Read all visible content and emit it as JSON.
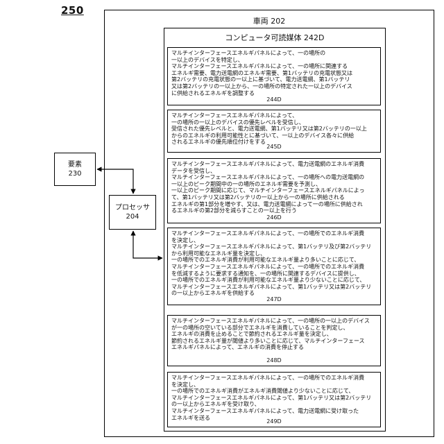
{
  "figure_id": "250",
  "vehicle": {
    "label": "車両 202"
  },
  "medium": {
    "label": "コンピュータ可読媒体 242D"
  },
  "element": {
    "name": "要素",
    "ref": "230"
  },
  "processor": {
    "name": "プロセッサ",
    "ref": "204"
  },
  "blocks": [
    {
      "text": "マルチインターフェースエネルギパネルによって、一の場所の\n一以上のデバイスを特定し、\nマルチインターフェースエネルギパネルによって、一の場所に関連する\nエネルギ需要、電力送電網のエネルギ需要、第1バッテリの充電状態又は\n第2バッテリの充電状態の一以上に基づいて、電力送電網、第1バッテリ\n又は第2バッテリの一以上から、一の場所の特定された一以上のデバイス\nに供給されるエネルギを調整する",
      "ref": "244D"
    },
    {
      "text": "マルチインターフェースエネルギパネルによって、\n一の場所の一以上のデバイスの優先レベルを受信し、\n受信された優先レベルと、電力送電網、第1バッテリ又は第2バッテリの一以上\nからのエネルギの利用可能性とに基づいて、一以上のデバイス各々に供給\nされるエネルギの優先順位付けをする",
      "ref": "245D"
    },
    {
      "text": "マルチインターフェースエネルギパネルによって、電力送電網のエネルギ消費\nデータを受信し、\nマルチインターフェースエネルギパネルによって、一の場所への電力送電網の\n一以上のピーク期間中の一の場所のエネルギ需要を予測し、\n一以上のピーク期間に応じて、マルチインターフェースエネルギパネルによっ\nて、第1バッテリ又は第2バッテリの一以上から一の場所に供給される\nエネルギの第1部分を増やす、又は、電力送電網によって一の場所に供給され\nるエネルギの第2部分を減らすことの一以上を行う",
      "ref": "246D"
    },
    {
      "text": "マルチインターフェースエネルギパネルによって、一の場所でのエネルギ消費\nを決定し、\nマルチインターフェースエネルギパネルによって、第1バッテリ及び第2バッテリ\nから利用可能なエネルギ量を決定し、\n一の場所でのエネルギ消費が利用可能なエネルギ量より多いことに応じて、\nマルチインターフェースエネルギパネルによって、一の場所でのエネルギ消費\nを低減するように要求する通知を、一の場所に関連するデバイスに提供し、\n一の場所でのエネルギ消費が利用可能なエネルギ量より少ないことに応じて、\nマルチインターフェースエネルギパネルによって、第1バッテリ又は第2バッテリ\nの一以上からエネルギを供給する",
      "ref": "247D"
    },
    {
      "text": "マルチインターフェースエネルギパネルによって、一の場所の一以上のデバイス\nが一の場所の空いている部分でエネルギを消費していることを判定し、\nエネルギの消費を止めることで節約されるエネルギ量を決定し、\n節約されるエネルギ量が閾値より多いことに応じて、マルチインターフェース\nエネルギパネルによって、エネルギの消費を停止する",
      "ref": "248D"
    },
    {
      "text": "マルチインターフェースエネルギパネルによって、一の場所でのエネルギ消費\nを決定し、\n一の場所でのエネルギ消費がエネルギ消費閾値より少ないことに応じて、\nマルチインターフェースエネルギパネルによって、第1バッテリ又は第2バッテリ\nの一以上からエネルギを受け取り、\nマルチインターフェースエネルギパネルによって、電力送電網に受け取った\nエネルギを送る",
      "ref": "249D"
    }
  ]
}
